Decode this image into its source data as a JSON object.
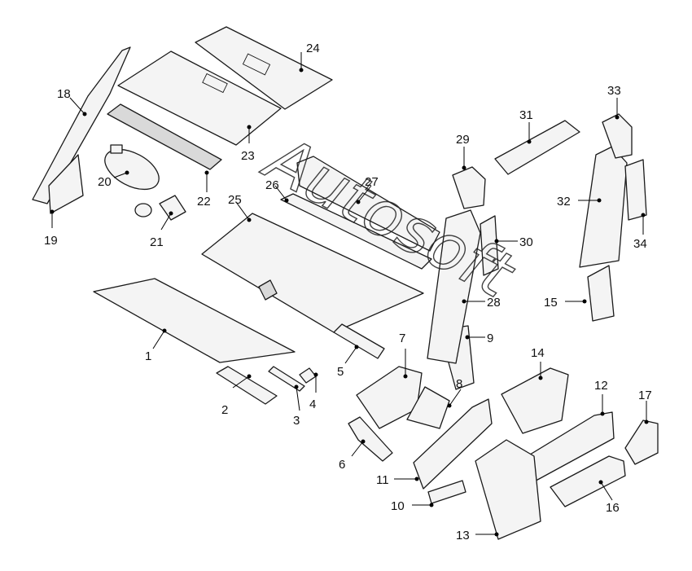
{
  "diagram": {
    "watermark": "Autosoft",
    "callouts": [
      "1",
      "2",
      "3",
      "4",
      "5",
      "6",
      "7",
      "8",
      "9",
      "10",
      "11",
      "12",
      "13",
      "14",
      "15",
      "16",
      "17",
      "18",
      "19",
      "20",
      "21",
      "22",
      "23",
      "24",
      "25",
      "26",
      "27",
      "28",
      "29",
      "30",
      "31",
      "32",
      "33",
      "34"
    ]
  }
}
